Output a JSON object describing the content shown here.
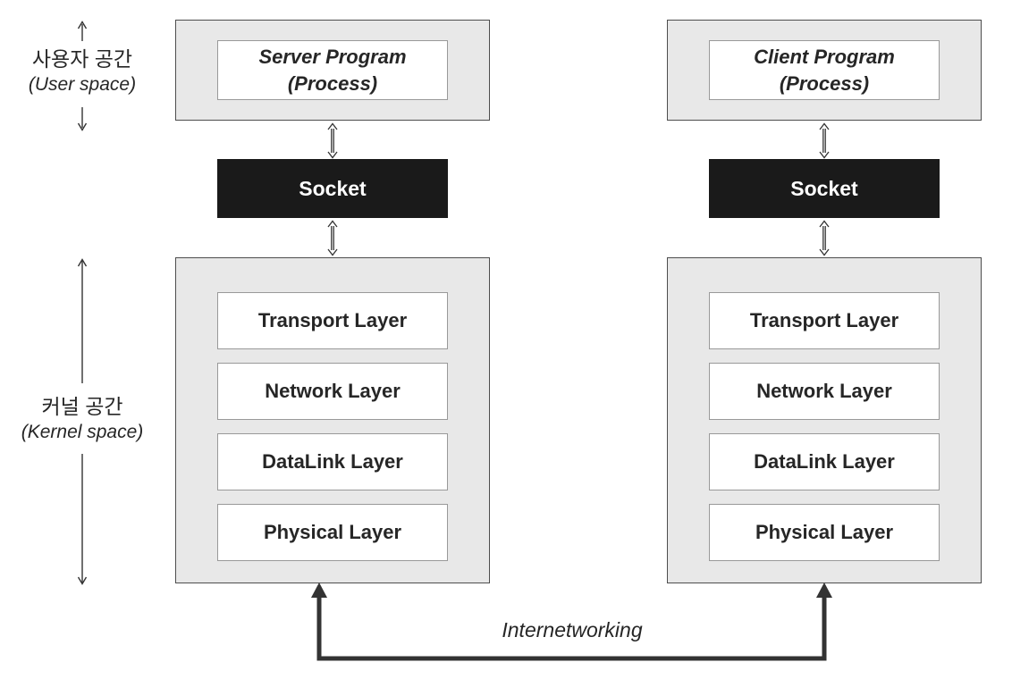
{
  "colors": {
    "canvas_bg": "#ffffff",
    "panel_fill": "#e8e8e8",
    "panel_border": "#4d4d4d",
    "inner_box_border": "#999999",
    "socket_bg": "#1a1a1a",
    "socket_text": "#ffffff",
    "text": "#262626",
    "arrow": "#333333"
  },
  "side_labels": {
    "user_space_ko": "사용자 공간",
    "user_space_en": "(User space)",
    "kernel_space_ko": "커널 공간",
    "kernel_space_en": "(Kernel space)"
  },
  "server_column": {
    "program_line1": "Server Program",
    "program_line2": "(Process)",
    "socket_label": "Socket",
    "layers": [
      "Transport Layer",
      "Network Layer",
      "DataLink Layer",
      "Physical Layer"
    ]
  },
  "client_column": {
    "program_line1": "Client Program",
    "program_line2": "(Process)",
    "socket_label": "Socket",
    "layers": [
      "Transport Layer",
      "Network Layer",
      "DataLink Layer",
      "Physical Layer"
    ]
  },
  "bottom": {
    "internetworking_label": "Internetworking"
  }
}
